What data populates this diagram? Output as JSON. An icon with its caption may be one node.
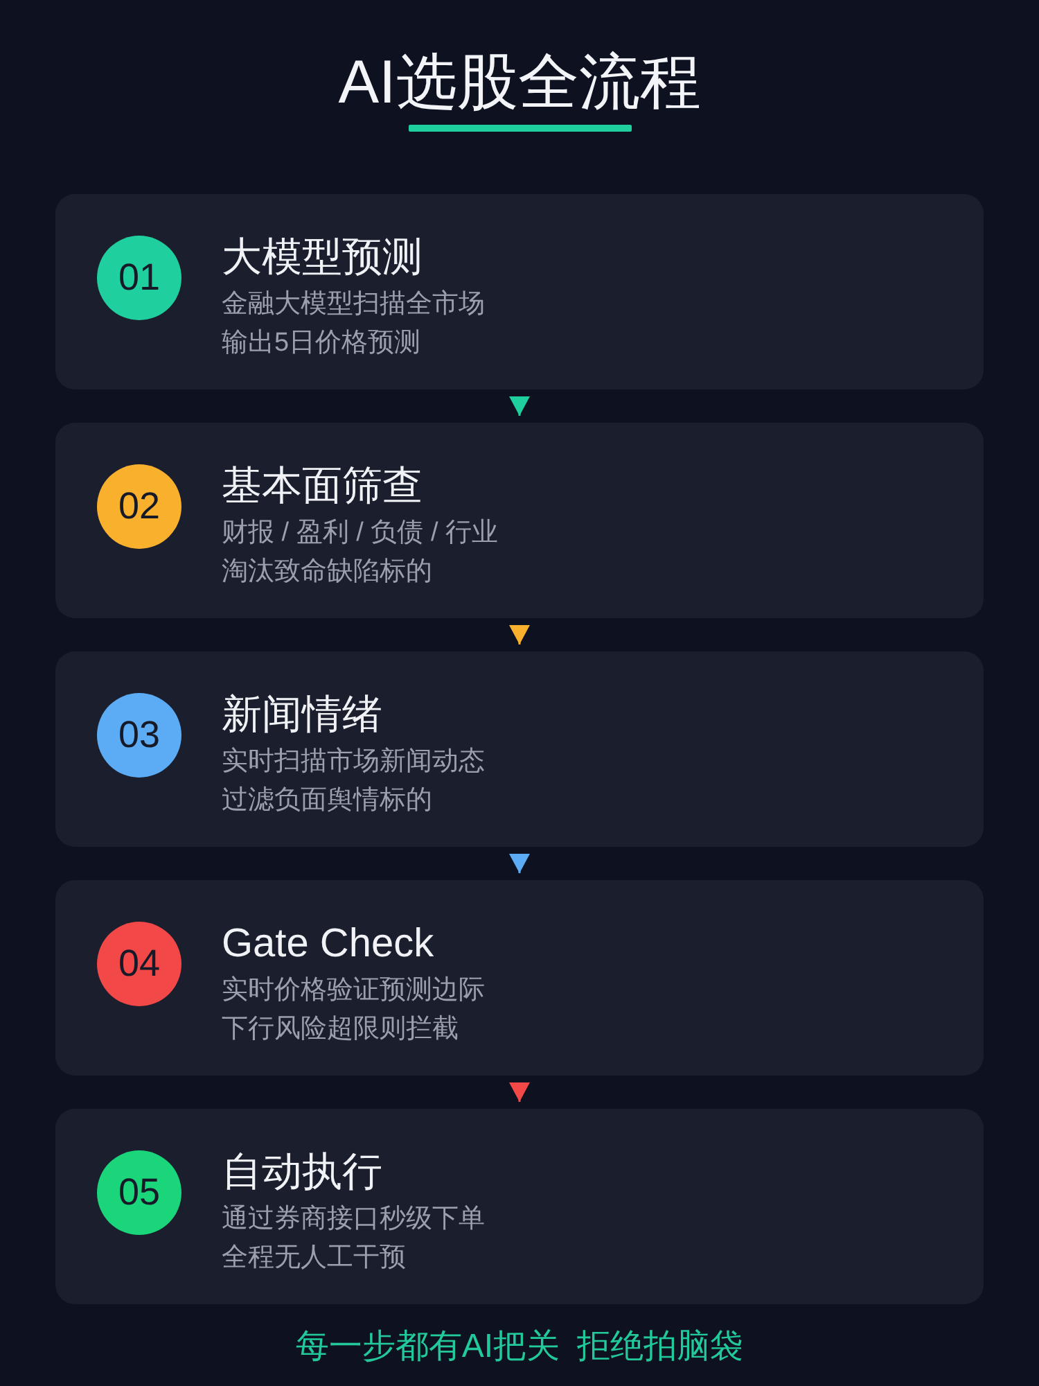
{
  "diagram": {
    "title": "AI选股全流程",
    "nodes": [
      {
        "text": [
          "大模型预测",
          "金融大模型扫描全市场",
          "输出5日价格预测"
        ]
      },
      {
        "text": [
          "01"
        ],
        "in": 0
      },
      {
        "text": [
          "基本面筛查",
          "财报 / 盈利 / 负债 / 行业",
          "淘汰致命缺陷标的"
        ]
      },
      {
        "text": [
          "02"
        ],
        "in": 2
      },
      {
        "text": [
          "新闻情绪",
          "实时扫描市场新闻动态",
          "过滤负面舆情标的"
        ]
      },
      {
        "text": [
          "03"
        ],
        "in": 4
      },
      {
        "text": [
          "Gate Check",
          "实时价格验证预测边际",
          "下行风险超限则拦截"
        ]
      },
      {
        "text": [
          "04"
        ],
        "in": 6
      },
      {
        "text": [
          "自动执行",
          "通过券商接口秒级下单",
          "全程无人工干预"
        ]
      },
      {
        "text": [
          "05"
        ],
        "in": 8
      }
    ],
    "edges": [
      {
        "from": 0,
        "to": 2,
        "arrow": "to",
        "color": "#1fcf9e"
      },
      {
        "from": 2,
        "to": 4,
        "arrow": "to",
        "color": "#f9b02c"
      },
      {
        "from": 4,
        "to": 6,
        "arrow": "to",
        "color": "#5cacf5"
      },
      {
        "from": 6,
        "to": 8,
        "arrow": "to",
        "color": "#f24848"
      }
    ],
    "caption": "每一步都有AI把关 拒绝拍脑袋"
  }
}
